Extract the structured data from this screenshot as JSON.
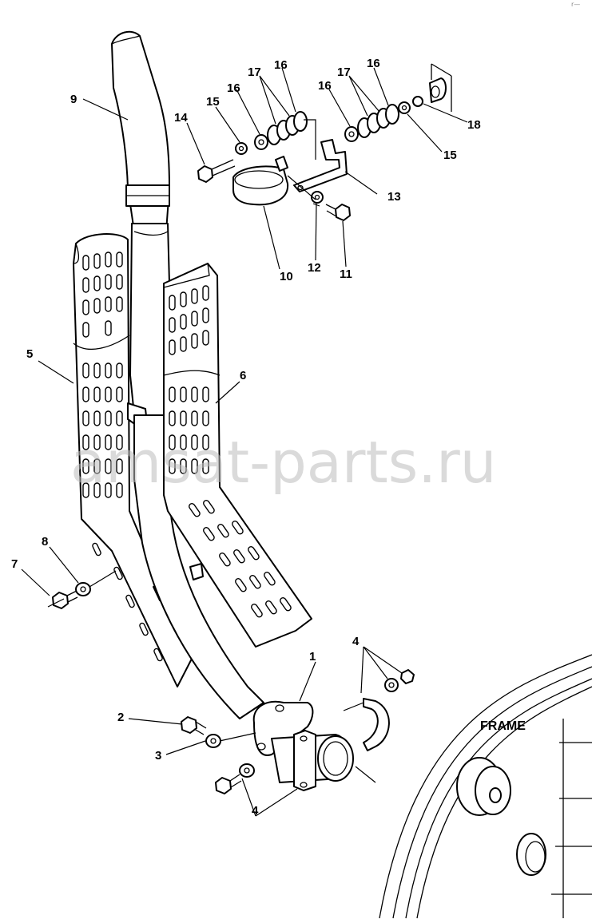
{
  "frame_label": "FRAME",
  "watermark": "amsat-parts.ru",
  "corner_mark": "r—",
  "callouts": [
    {
      "id": "c1",
      "text": "1"
    },
    {
      "id": "c2",
      "text": "2"
    },
    {
      "id": "c3",
      "text": "3"
    },
    {
      "id": "c4a",
      "text": "4"
    },
    {
      "id": "c4b",
      "text": "4"
    },
    {
      "id": "c5",
      "text": "5"
    },
    {
      "id": "c6",
      "text": "6"
    },
    {
      "id": "c7",
      "text": "7"
    },
    {
      "id": "c8",
      "text": "8"
    },
    {
      "id": "c9",
      "text": "9"
    },
    {
      "id": "c10",
      "text": "10"
    },
    {
      "id": "c11",
      "text": "11"
    },
    {
      "id": "c12",
      "text": "12"
    },
    {
      "id": "c13",
      "text": "13"
    },
    {
      "id": "c14",
      "text": "14"
    },
    {
      "id": "c15a",
      "text": "15"
    },
    {
      "id": "c15b",
      "text": "15"
    },
    {
      "id": "c16a",
      "text": "16"
    },
    {
      "id": "c16b",
      "text": "16"
    },
    {
      "id": "c16c",
      "text": "16"
    },
    {
      "id": "c16d",
      "text": "16"
    },
    {
      "id": "c17a",
      "text": "17"
    },
    {
      "id": "c17b",
      "text": "17"
    },
    {
      "id": "c18",
      "text": "18"
    }
  ]
}
